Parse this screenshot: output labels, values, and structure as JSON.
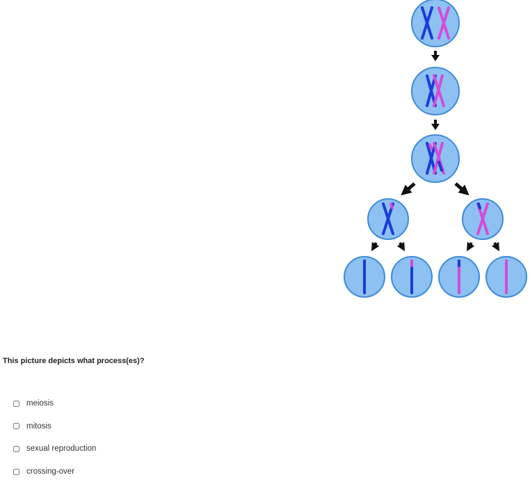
{
  "colors": {
    "cell_fill": "#8cc1f2",
    "cell_stroke": "#3f8ad8",
    "chromosome_blue": "#1e3ad8",
    "chromosome_pink": "#d64ad8",
    "arrow": "#111111"
  },
  "diagram": {
    "stages": [
      "parent-cell",
      "duplication",
      "crossing-over",
      "meiosis-I-daughters",
      "meiosis-II-gametes"
    ]
  },
  "question": {
    "text": "This picture depicts what process(es)?"
  },
  "options": [
    {
      "label": "meiosis",
      "checked": false
    },
    {
      "label": "mitosis",
      "checked": false
    },
    {
      "label": "sexual reproduction",
      "checked": false
    },
    {
      "label": "crossing-over",
      "checked": false
    }
  ]
}
